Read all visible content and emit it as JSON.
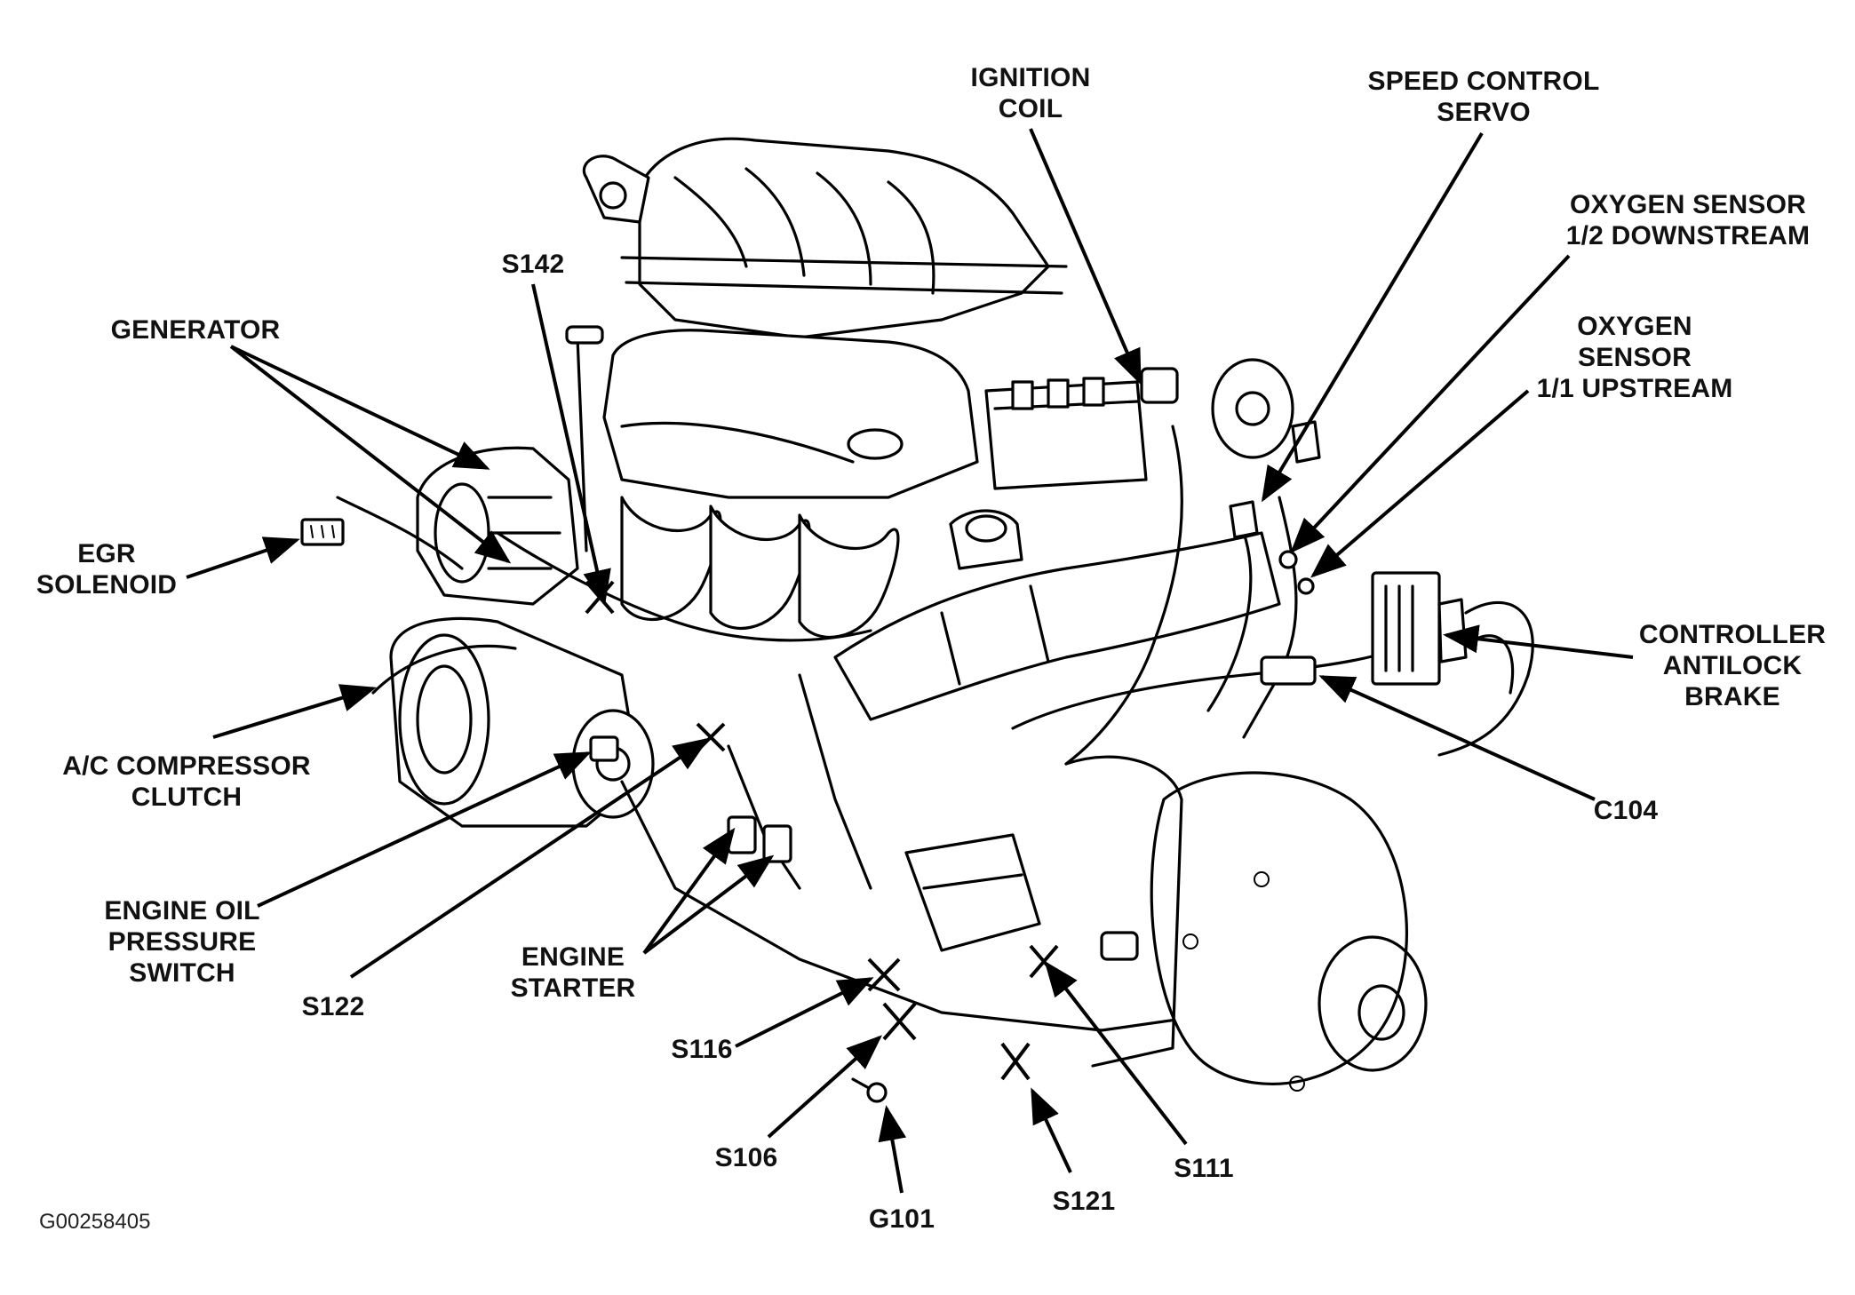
{
  "figure_id": "G00258405",
  "labels": {
    "ignition_coil": "IGNITION\nCOIL",
    "speed_control_servo": "SPEED CONTROL\nSERVO",
    "oxygen_sensor_downstream": "OXYGEN SENSOR\n1/2 DOWNSTREAM",
    "oxygen_sensor_upstream": "OXYGEN\nSENSOR\n1/1 UPSTREAM",
    "controller_antilock_brake": "CONTROLLER\nANTILOCK\nBRAKE",
    "c104": "C104",
    "s142": "S142",
    "generator": "GENERATOR",
    "egr_solenoid": "EGR\nSOLENOID",
    "ac_compressor_clutch": "A/C COMPRESSOR\nCLUTCH",
    "engine_oil_pressure_switch": "ENGINE OIL\nPRESSURE\nSWITCH",
    "s122": "S122",
    "engine_starter": "ENGINE\nSTARTER",
    "s116": "S116",
    "s106": "S106",
    "g101": "G101",
    "s121": "S121",
    "s111": "S111"
  }
}
